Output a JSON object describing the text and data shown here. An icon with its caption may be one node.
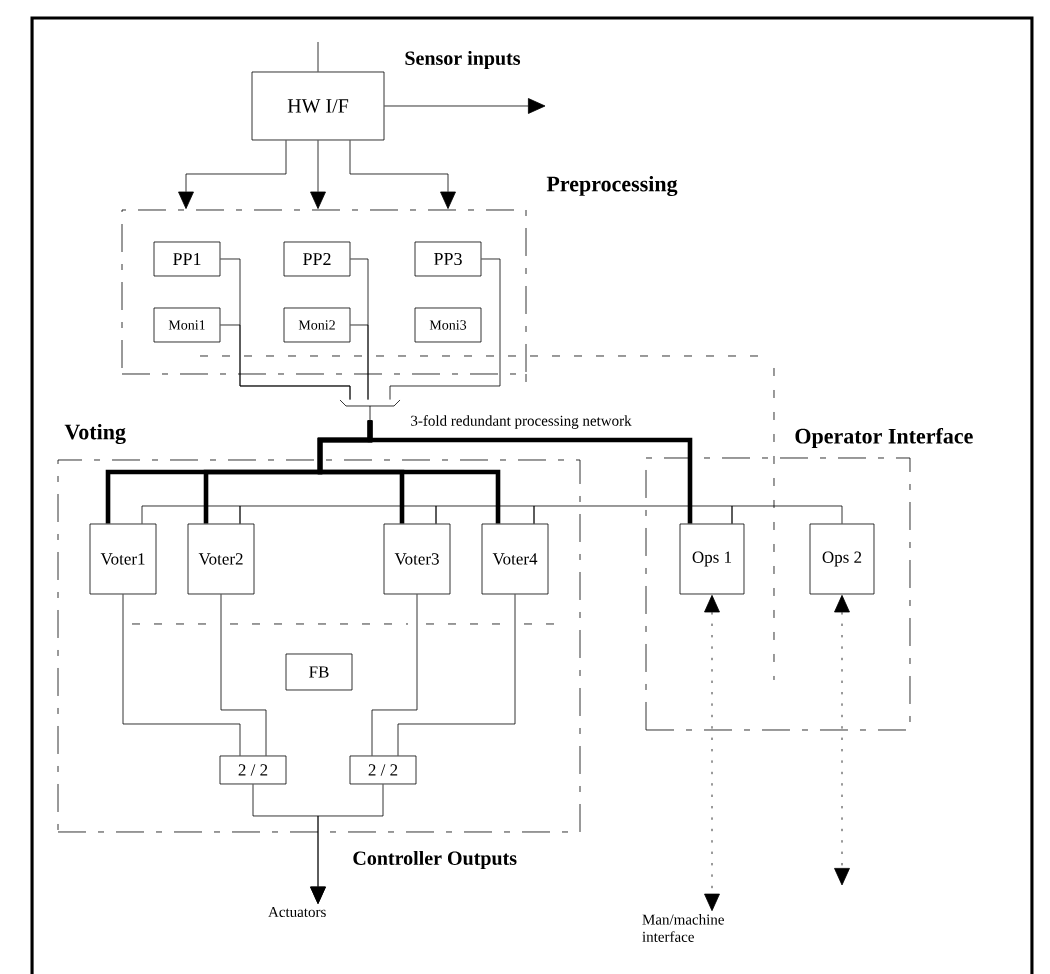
{
  "diagram": {
    "nodes": [
      {
        "text": [
          "HW I/F"
        ]
      },
      {
        "text": [
          "Preprocessing"
        ]
      },
      {
        "text": [
          "PP1"
        ],
        "in": 1
      },
      {
        "text": [
          "Moni1"
        ],
        "in": 1
      },
      {
        "text": [
          "PP2"
        ],
        "in": 1
      },
      {
        "text": [
          "Moni2"
        ],
        "in": 1
      },
      {
        "text": [
          "PP3"
        ],
        "in": 1
      },
      {
        "text": [
          "Moni3"
        ],
        "in": 1
      },
      {
        "text": [
          "Voting"
        ]
      },
      {
        "text": [
          "Voter1"
        ],
        "in": 8
      },
      {
        "text": [
          "Voter2"
        ],
        "in": 8
      },
      {
        "text": [
          "Voter3"
        ],
        "in": 8
      },
      {
        "text": [
          "Voter4"
        ],
        "in": 8
      },
      {
        "text": [
          "FB"
        ],
        "in": 8
      },
      {
        "text": [
          "2 / 2"
        ],
        "in": 8
      },
      {
        "text": [
          "2 / 2"
        ],
        "in": 8
      },
      {
        "text": [
          "Operator Interface"
        ]
      },
      {
        "text": [
          "Ops 1"
        ],
        "in": 16
      },
      {
        "text": [
          "Ops 2"
        ],
        "in": 16
      },
      {
        "text": [
          "Actuators"
        ]
      },
      {
        "text": [
          "Man/machine interface"
        ]
      },
      {
        "text": [],
        "shape": "bracket"
      }
    ],
    "edges": [
      {
        "from": null,
        "to": 0,
        "arrow": "none"
      },
      {
        "from": 0,
        "to": null,
        "arrow": "to"
      },
      {
        "from": 0,
        "to": 1,
        "arrow": "to"
      },
      {
        "from": 0,
        "to": 1,
        "arrow": "to"
      },
      {
        "from": 0,
        "to": 1,
        "arrow": "to"
      },
      {
        "from": 2,
        "to": 21,
        "arrow": "none"
      },
      {
        "from": 3,
        "to": 21,
        "arrow": "none"
      },
      {
        "from": 4,
        "to": 21,
        "arrow": "none"
      },
      {
        "from": 5,
        "to": 21,
        "arrow": "none"
      },
      {
        "from": 6,
        "to": 21,
        "arrow": "none"
      },
      {
        "from": 21,
        "to": 9,
        "arrow": "none",
        "style": "thick"
      },
      {
        "from": 21,
        "to": 10,
        "arrow": "none",
        "style": "thick"
      },
      {
        "from": 21,
        "to": 11,
        "arrow": "none",
        "style": "thick"
      },
      {
        "from": 21,
        "to": 12,
        "arrow": "none",
        "style": "thick"
      },
      {
        "from": 21,
        "to": 17,
        "arrow": "none",
        "style": "thick"
      },
      {
        "from": 9,
        "to": 10,
        "arrow": "none"
      },
      {
        "from": 10,
        "to": 11,
        "arrow": "none"
      },
      {
        "from": 11,
        "to": 12,
        "arrow": "none"
      },
      {
        "from": 12,
        "to": 17,
        "arrow": "none"
      },
      {
        "from": 17,
        "to": 18,
        "arrow": "none"
      },
      {
        "from": 9,
        "to": 14,
        "arrow": "none"
      },
      {
        "from": 10,
        "to": 14,
        "arrow": "none"
      },
      {
        "from": 11,
        "to": 15,
        "arrow": "none"
      },
      {
        "from": 12,
        "to": 15,
        "arrow": "none"
      },
      {
        "from": 14,
        "to": 19,
        "arrow": "to"
      },
      {
        "from": 15,
        "to": 19,
        "arrow": "to"
      },
      {
        "from": 17,
        "to": 20,
        "arrow": "both",
        "style": "dashed"
      },
      {
        "from": 18,
        "to": null,
        "arrow": "both",
        "style": "dashed"
      }
    ],
    "labels": [
      "Sensor inputs",
      "3-fold redundant processing network",
      "Controller Outputs"
    ]
  }
}
